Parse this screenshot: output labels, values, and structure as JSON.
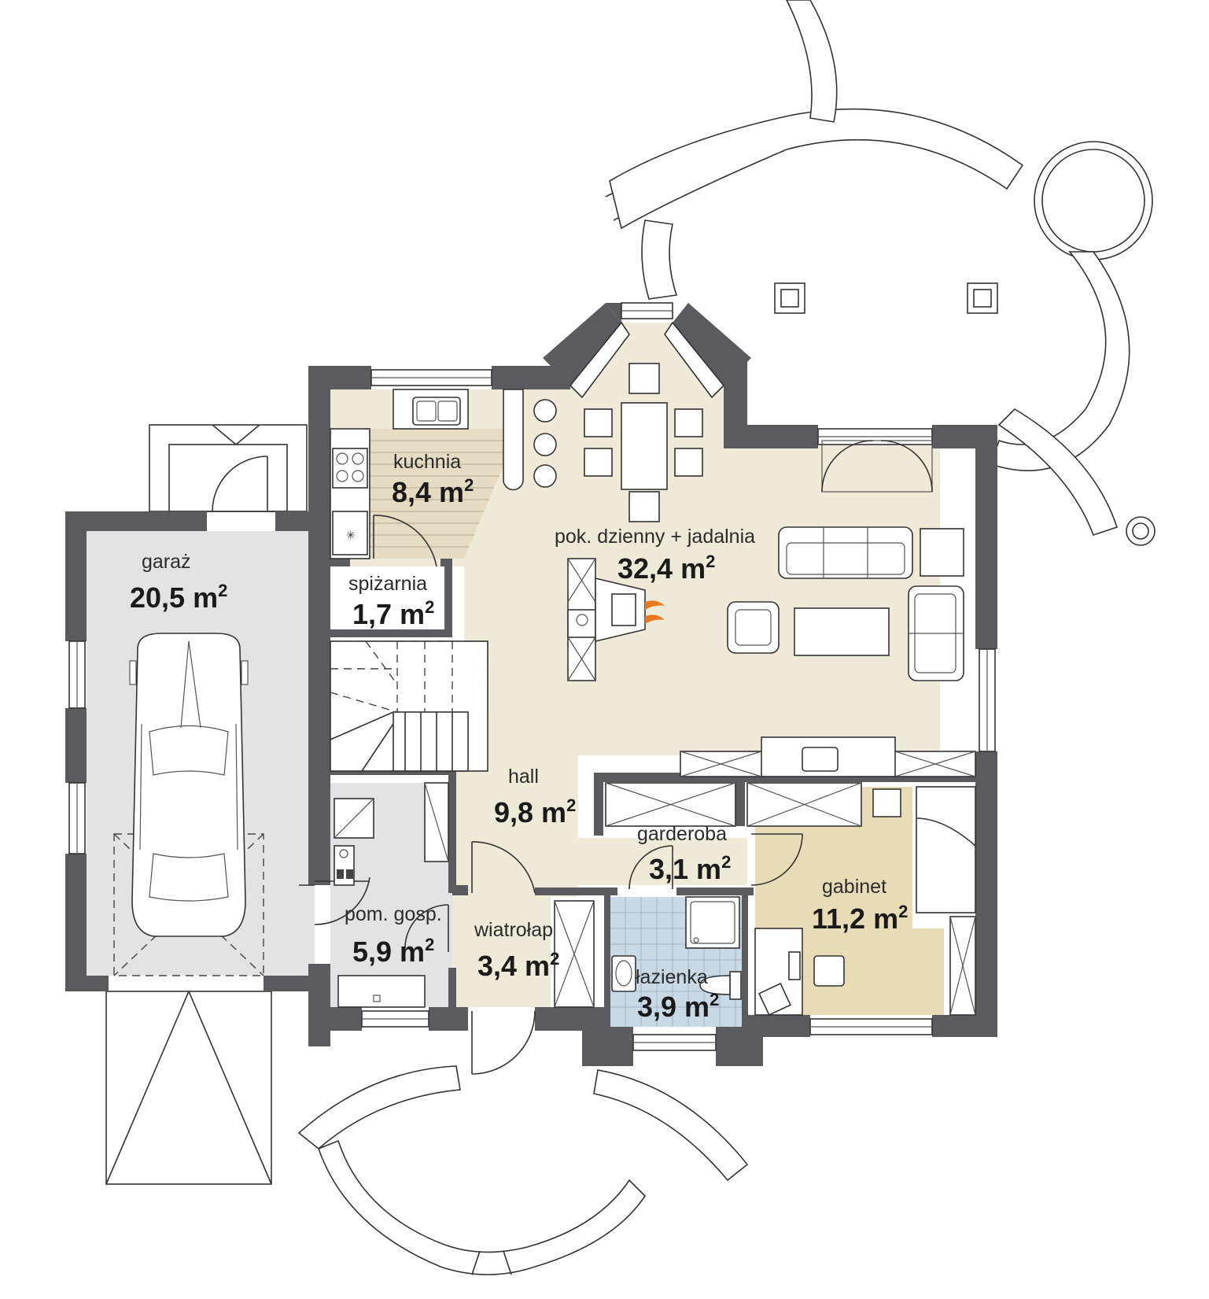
{
  "colors": {
    "wall": "#5a5a5f",
    "living_floor": "#efe9d8",
    "garage_floor": "#e3e3e5",
    "utility_floor": "#e3e3e5",
    "study_floor": "#e8dcb7",
    "bathroom_tile": "#c9d9e6",
    "fire": "#e8791f"
  },
  "rooms": {
    "kitchen": {
      "name": "kuchnia",
      "area": "8,4 m",
      "sup": "2"
    },
    "pantry": {
      "name": "spiżarnia",
      "area": "1,7 m",
      "sup": "2"
    },
    "garage": {
      "name": "garaż",
      "area": "20,5 m",
      "sup": "2"
    },
    "living": {
      "name": "pok. dzienny + jadalnia",
      "area": "32,4 m",
      "sup": "2"
    },
    "hall": {
      "name": "hall",
      "area": "9,8 m",
      "sup": "2"
    },
    "wardrobe": {
      "name": "garderoba",
      "area": "3,1 m",
      "sup": "2"
    },
    "study": {
      "name": "gabinet",
      "area": "11,2 m",
      "sup": "2"
    },
    "utility": {
      "name": "pom. gosp.",
      "area": "5,9 m",
      "sup": "2"
    },
    "vestibule": {
      "name": "wiatrołap",
      "area": "3,4 m",
      "sup": "2"
    },
    "bathroom": {
      "name": "łazienka",
      "area": "3,9 m",
      "sup": "2"
    }
  }
}
